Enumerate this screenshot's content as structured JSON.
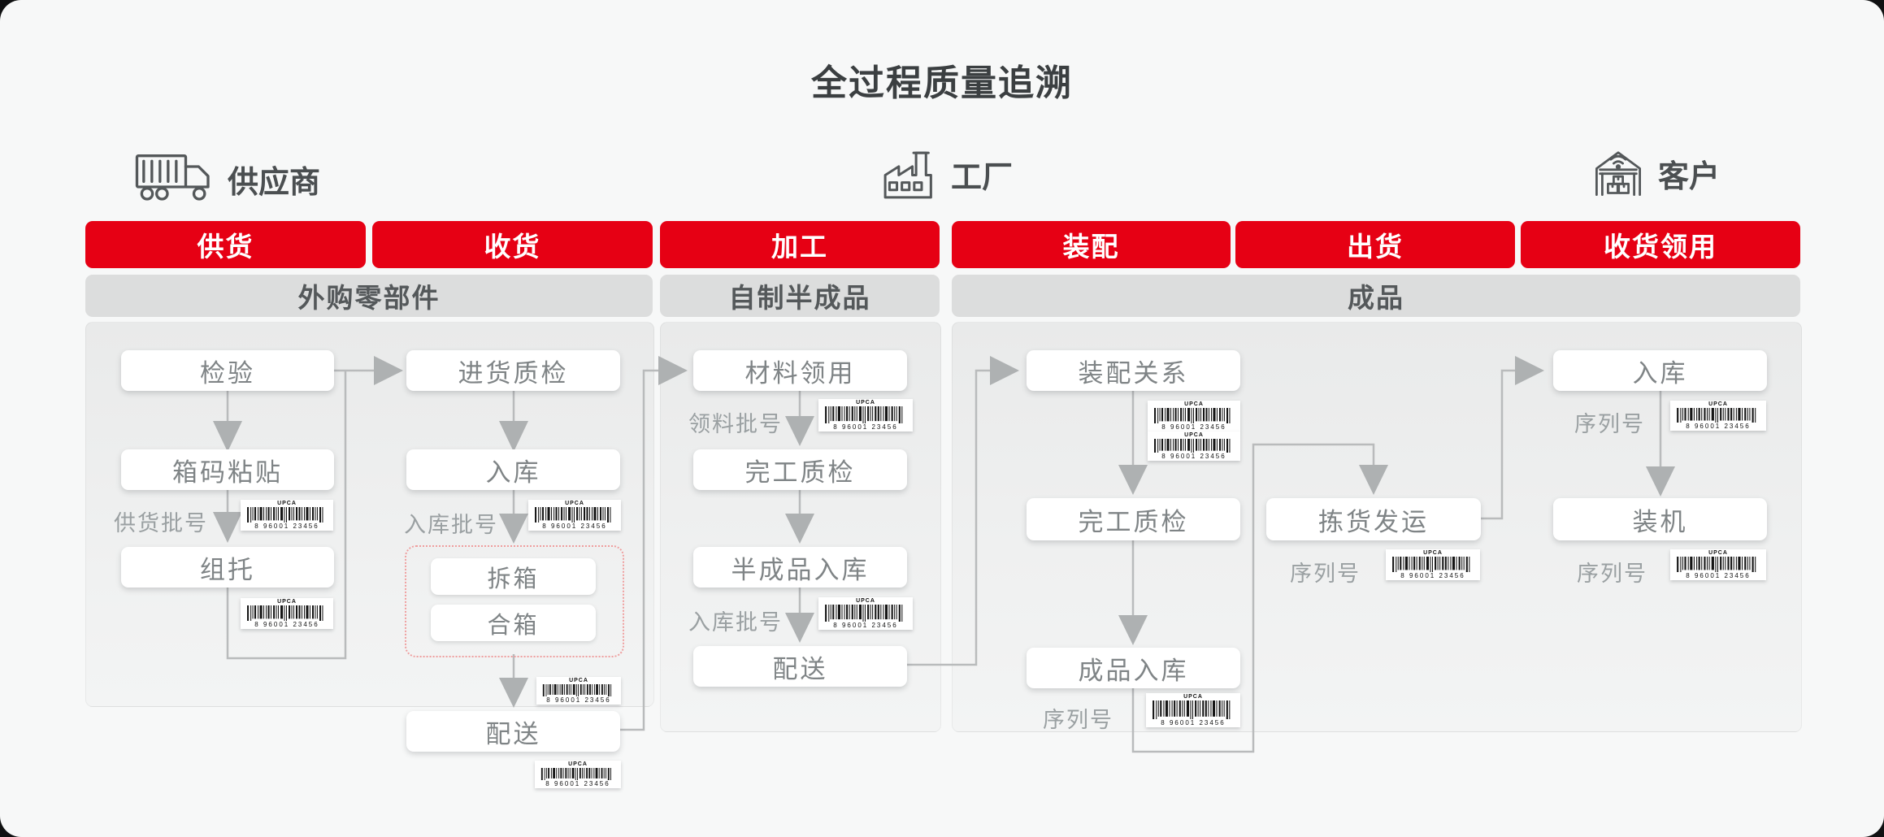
{
  "title": "全过程质量追溯",
  "entities": [
    {
      "label": "供应商",
      "icon": "truck-icon"
    },
    {
      "label": "工厂",
      "icon": "factory-icon"
    },
    {
      "label": "客户",
      "icon": "warehouse-icon"
    }
  ],
  "stages": [
    {
      "label": "供货"
    },
    {
      "label": "收货"
    },
    {
      "label": "加工"
    },
    {
      "label": "装配"
    },
    {
      "label": "出货"
    },
    {
      "label": "收货领用"
    }
  ],
  "sections": [
    {
      "label": "外购零部件"
    },
    {
      "label": "自制半成品"
    },
    {
      "label": "成品"
    }
  ],
  "nodes": {
    "jianyan": "检验",
    "xiangmazhantie": "箱码粘贴",
    "zutuo": "组托",
    "jinhuozhijian": "进货质检",
    "ruku_shouhuo": "入库",
    "chaixiang": "拆箱",
    "hexiang": "合箱",
    "peisong_shouhuo": "配送",
    "cailiaolingyong": "材料领用",
    "wangongzhijian_jiagong": "完工质检",
    "banchengpinruku": "半成品入库",
    "peisong_jiagong": "配送",
    "zhuangpeiguanxi": "装配关系",
    "wangongzhijian_zhuangpei": "完工质检",
    "chengpinruku": "成品入库",
    "jianhuofayun": "拣货发运",
    "ruku_kehu": "入库",
    "zhuangji": "装机"
  },
  "labels": {
    "gonghuopihao": "供货批号",
    "rukupihao_shouhuo": "入库批号",
    "lingliaopihao": "领料批号",
    "rukupihao_jiagong": "入库批号",
    "xuliehao_chengpin": "序列号",
    "xuliehao_jianhuo": "序列号",
    "xuliehao_ruku": "序列号",
    "xuliehao_zhuangji": "序列号"
  },
  "barcode": {
    "caption": "UPCA",
    "digits": "8 96001 23456"
  },
  "colors": {
    "accent_red": "#e60014",
    "line_gray": "#b9bbbc",
    "header_gray": "#dcdddd",
    "panel_gray": "#ebecec",
    "box_text_gray": "#7f8486"
  }
}
